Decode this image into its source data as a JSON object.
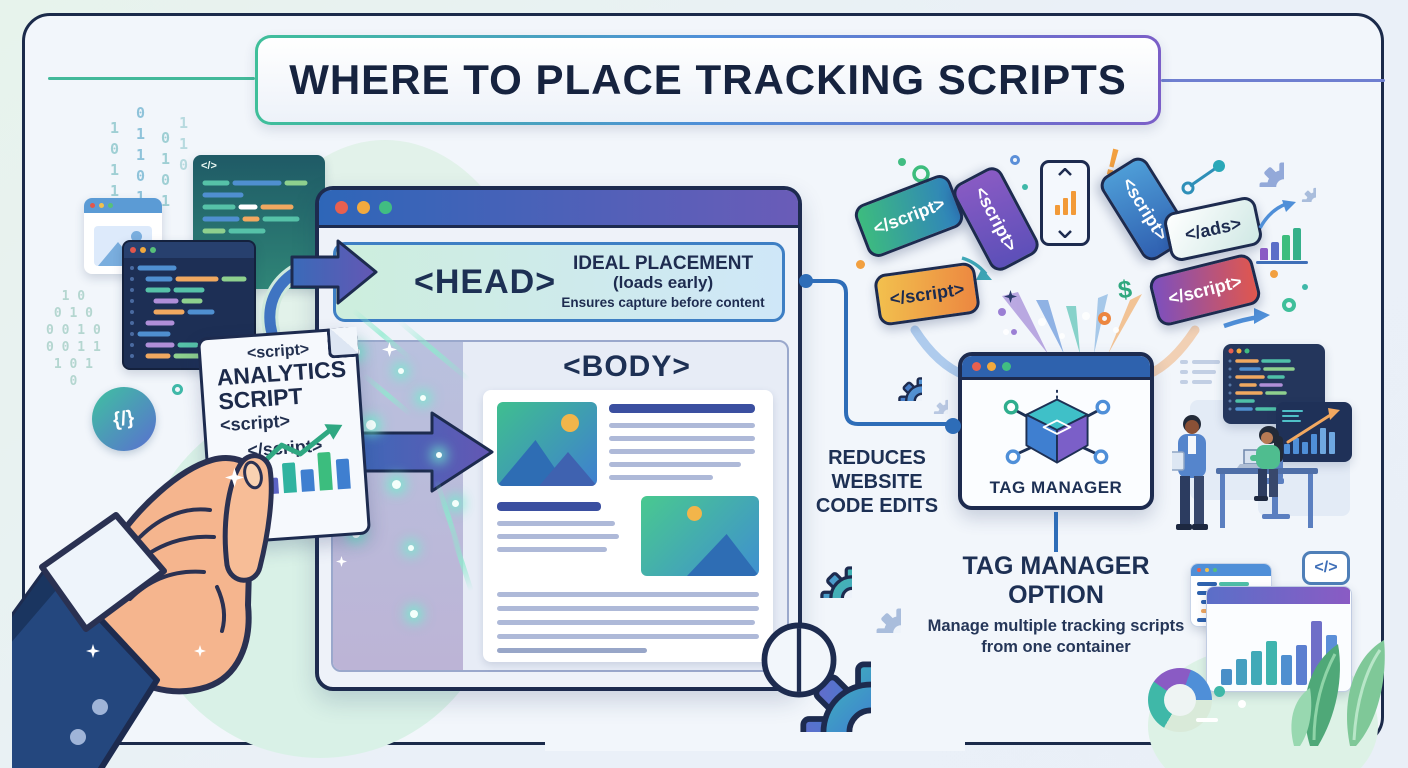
{
  "title": "WHERE TO PLACE TRACKING SCRIPTS",
  "script_card": {
    "open_tag": "<script>",
    "name_line1": "ANALYTICS",
    "name_line2": "SCRIPT",
    "open_tag2": "<script>",
    "close_tag": "</script>"
  },
  "head_box": {
    "tag": "<HEAD>",
    "heading": "IDEAL PLACEMENT",
    "subheading": "(loads early)",
    "note": "Ensures capture before content"
  },
  "body_box": {
    "tag": "<BODY>"
  },
  "reduces_note": {
    "text": "REDUCES\nWEBSITE\nCODE EDITS"
  },
  "tag_manager": {
    "label": "TAG MANAGER"
  },
  "tm_option": {
    "heading": "TAG MANAGER\nOPTION",
    "description": "Manage multiple tracking scripts from one container"
  },
  "flying_tags": [
    {
      "label": "</script>",
      "style": "green-blue"
    },
    {
      "label": "</script>",
      "style": "orange"
    },
    {
      "label": "<script>",
      "style": "purple"
    },
    {
      "label": "<script>",
      "style": "blue"
    },
    {
      "label": "</ads>",
      "style": "light"
    },
    {
      "label": "</script>",
      "style": "purple-red"
    }
  ],
  "badges": {
    "code_badge": "</>",
    "editor_icon": "</>",
    "braces_badge": "{/}",
    "exclamation": "!",
    "dollar": "$"
  },
  "binary": {
    "c1": "1\n0\n1\n1\n0\n1",
    "c2": "0\n1\n1\n0\n1\n1\n0",
    "c3": "0\n1\n0\n1",
    "c4": "1\n1\n0",
    "cluster2": "1 0\n0 1 0\n0 0 1 0\n0 0 1 1\n1 0 1\n0"
  },
  "colors": {
    "navy": "#1d2b4f",
    "teal": "#3fbf9a",
    "blue": "#2e66b8",
    "purple": "#6a5cb8",
    "orange": "#f2a93e",
    "red": "#e8604f",
    "green": "#41bd82"
  }
}
